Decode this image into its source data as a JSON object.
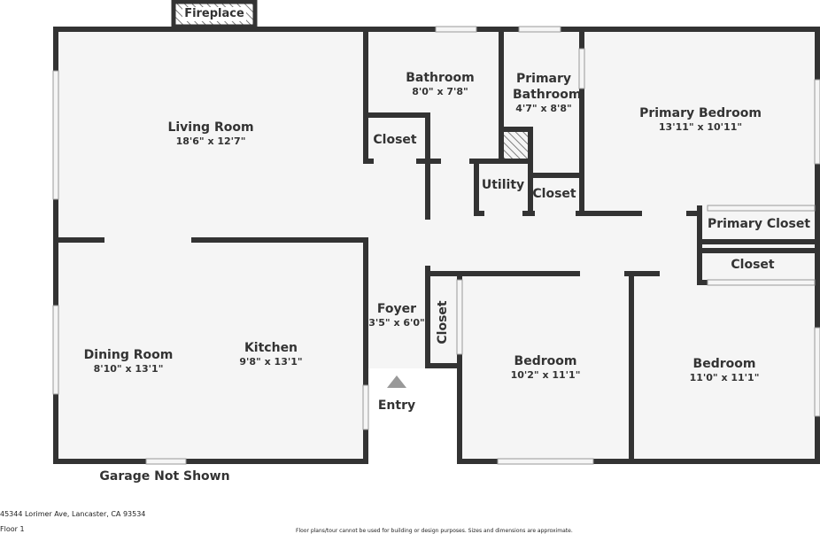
{
  "plan": {
    "rooms": [
      {
        "name": "Living Room",
        "dim": "18'6\" x 12'7\""
      },
      {
        "name": "Bathroom",
        "dim": "8'0\" x 7'8\""
      },
      {
        "name": "Primary Bathroom",
        "dim": "4'7\" x 8'8\""
      },
      {
        "name": "Primary Bedroom",
        "dim": "13'11\" x 10'11\""
      },
      {
        "name": "Dining Room",
        "dim": "8'10\" x 13'1\""
      },
      {
        "name": "Kitchen",
        "dim": "9'8\" x 13'1\""
      },
      {
        "name": "Foyer",
        "dim": "3'5\" x 6'0\""
      },
      {
        "name": "Bedroom",
        "dim": "10'2\" x 11'1\""
      },
      {
        "name": "Bedroom",
        "dim": "11'0\" x 11'1\""
      }
    ],
    "labels": {
      "fireplace": "Fireplace",
      "closet1": "Closet",
      "utility": "Utility",
      "closet2": "Closet",
      "primary_closet": "Primary Closet",
      "closet3": "Closet",
      "closet4": "Closet",
      "entry": "Entry",
      "garage": "Garage Not Shown"
    }
  },
  "footer": {
    "address": "45344 Lorimer Ave, Lancaster, CA 93534",
    "floor": "Floor 1",
    "disclaimer": "Floor plans/tour cannot be used for building or design purposes. Sizes and dimensions are approximate."
  }
}
